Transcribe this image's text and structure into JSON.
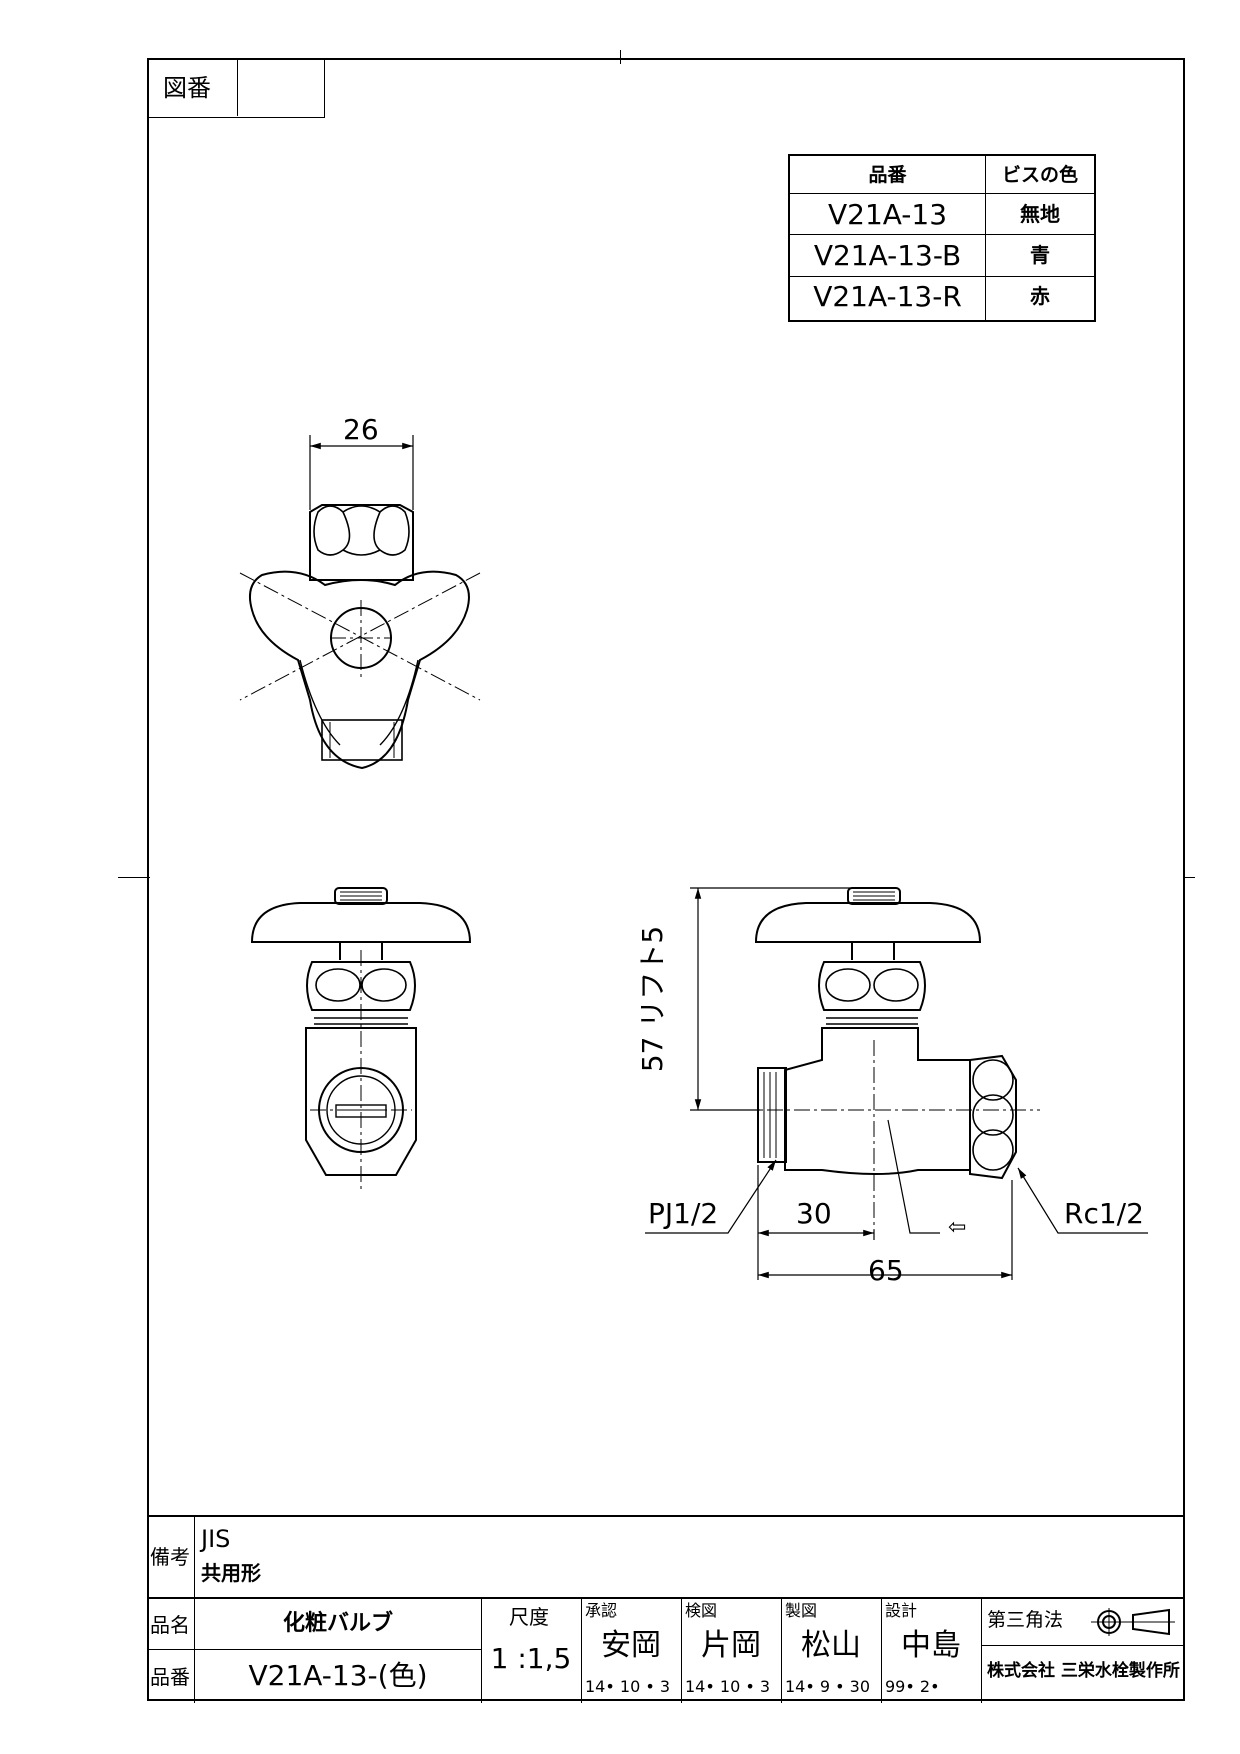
{
  "drawing_number_box": {
    "label": "図番",
    "value": ""
  },
  "color_table": {
    "headers": [
      "品番",
      "ビスの色"
    ],
    "rows": [
      [
        "V21A-13",
        "無地"
      ],
      [
        "V21A-13-B",
        "青"
      ],
      [
        "V21A-13-R",
        "赤"
      ]
    ]
  },
  "dimensions": {
    "top_width": "26",
    "height": "57 リフト5",
    "inlet_thread": "PJ1/2",
    "outlet_thread": "Rc1/2",
    "center_offset": "30",
    "total_length": "65",
    "flow_arrow": "⇦"
  },
  "notes": {
    "label": "備考",
    "line1": "JIS",
    "line2": "共用形"
  },
  "title_block": {
    "name_label": "品名",
    "name_value": "化粧バルブ",
    "number_label": "品番",
    "number_value": "V21A-13-(色)",
    "scale_label": "尺度",
    "scale_value": "1 :1,5",
    "approved_label": "承認",
    "approved_name": "安岡",
    "approved_date": "14• 10 •  3",
    "checked_label": "検図",
    "checked_name": "片岡",
    "checked_date": "14• 10 •  3",
    "drawn_label": "製図",
    "drawn_name": "松山",
    "drawn_date": "14• 9 • 30",
    "designed_label": "設計",
    "designed_name": "中島",
    "designed_date": "99• 2•",
    "projection_label": "第三角法",
    "company": "株式会社 三栄水栓製作所"
  }
}
